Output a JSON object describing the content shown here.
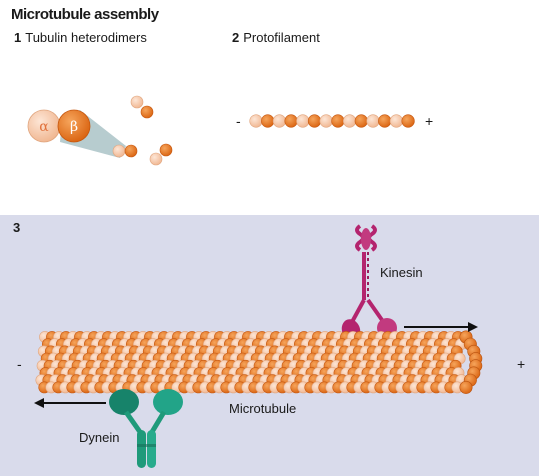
{
  "title": "Microtubule assembly",
  "section1": {
    "number": "1",
    "label": "Tubulin heterodimers",
    "alpha_symbol": "α",
    "beta_symbol": "β"
  },
  "section2": {
    "number": "2",
    "label": "Protofilament",
    "minus_sign": "-",
    "plus_sign": "+"
  },
  "section3": {
    "number": "3",
    "minus_sign": "-",
    "plus_sign": "+",
    "kinesin_label": "Kinesin",
    "dynein_label": "Dynein",
    "microtubule_label": "Microtubule"
  },
  "colors": {
    "alpha_tubulin": "#f8c6a5",
    "beta_tubulin": "#e8761e",
    "kinesin": "#b4246e",
    "dynein": "#1f9a7a",
    "panel_background": "#d9dbeb"
  }
}
